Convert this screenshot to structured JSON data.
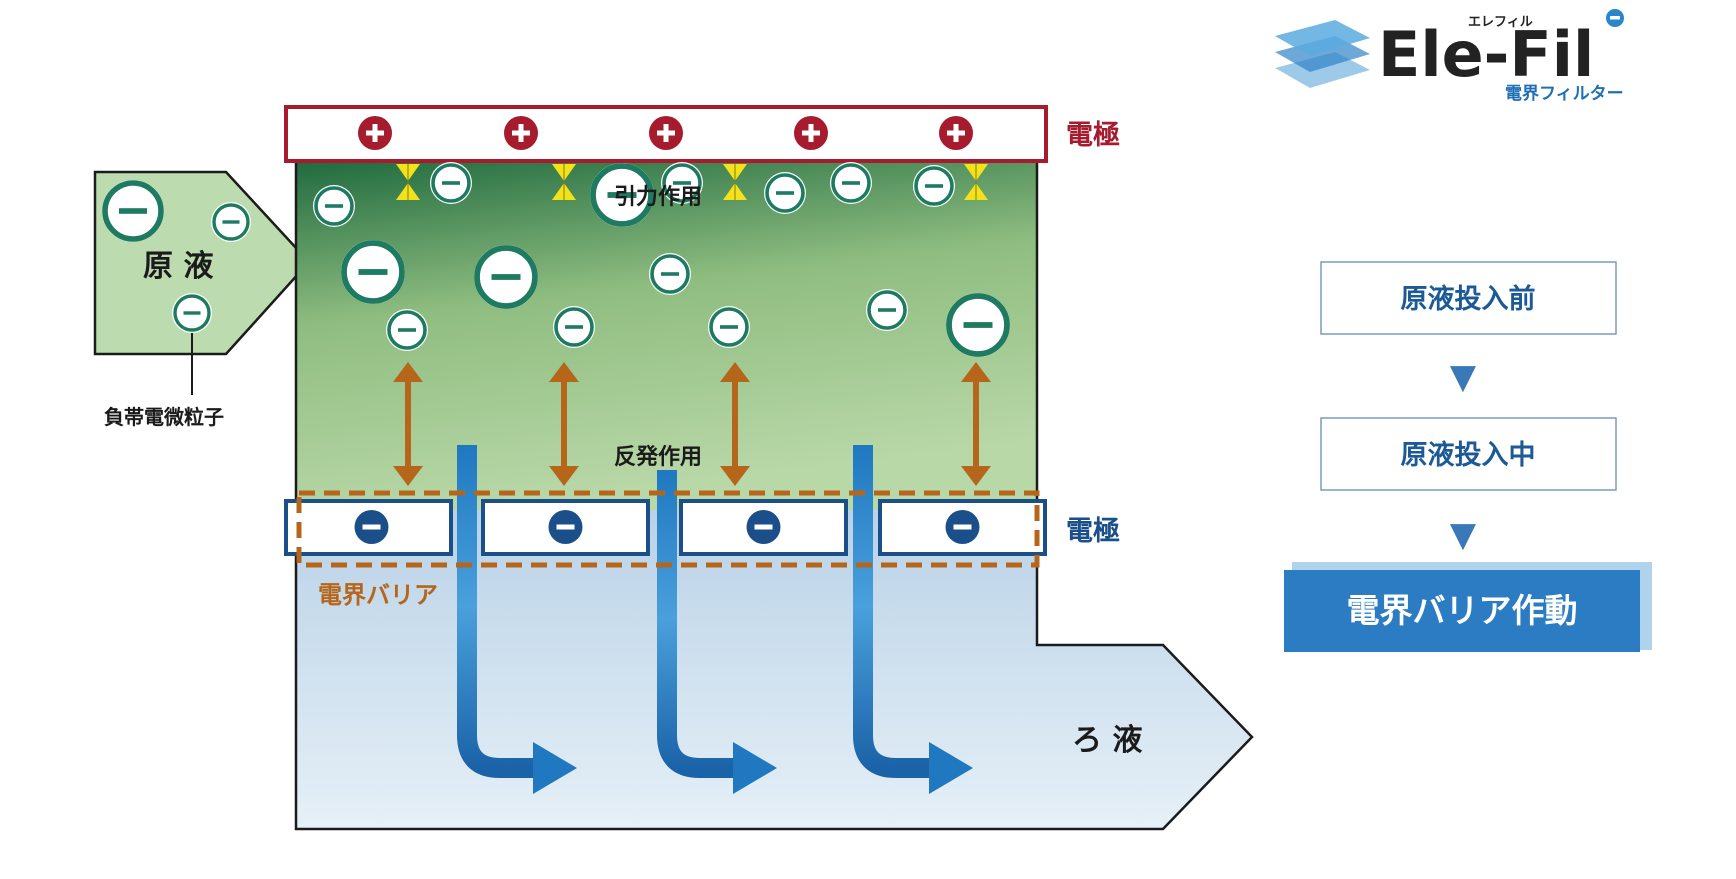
{
  "logo": {
    "wordmark": "Ele-Fil",
    "kana": "エレフィル",
    "subtitle": "電界フィルター"
  },
  "diagram": {
    "top_electrode_label": "電極",
    "bottom_electrode_label": "電極",
    "feed_label": "原 液",
    "particle_label": "負帯電微粒子",
    "attraction_label": "引力作用",
    "repulsion_label": "反発作用",
    "barrier_label": "電界バリア",
    "filtrate_label": "ろ 液",
    "plus_sign": "+",
    "minus_sign": "−",
    "colors": {
      "positive": "#a61c2e",
      "negative": "#1b4f8a",
      "particle": "#1f7a62",
      "barrier": "#b5661a",
      "flow": "#1f78c0",
      "attract_marker": "#f3e21a"
    }
  },
  "steps": {
    "items": [
      {
        "label": "原液投入前",
        "active": false
      },
      {
        "label": "原液投入中",
        "active": false
      },
      {
        "label": "電界バリア作動",
        "active": true
      }
    ],
    "arrow_glyph": "▼"
  }
}
